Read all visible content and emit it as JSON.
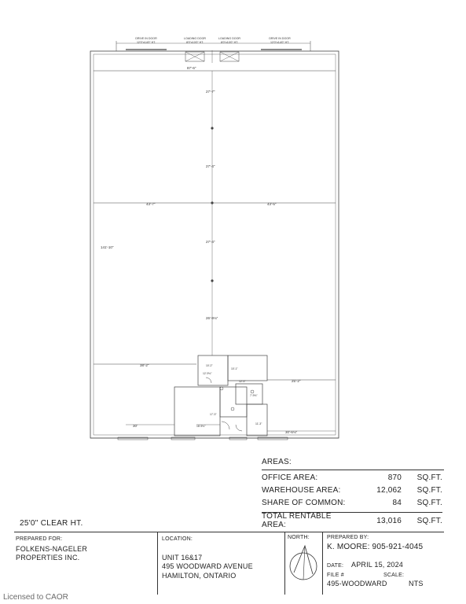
{
  "plan": {
    "doors": [
      {
        "label": "DRIVE IN DOOR",
        "size": "12'0\"x14'0\" HT."
      },
      {
        "label": "LOADING DOOR",
        "size": "8'0\"x10'0\" HT."
      },
      {
        "label": "LOADING DOOR",
        "size": "8'0\"x10'0\" HT."
      },
      {
        "label": "DRIVE IN DOOR",
        "size": "12'0\"x14'0\" HT."
      }
    ],
    "dims": {
      "top_width": "87'-6\"",
      "seg_1": "27'-7\"",
      "seg_2": "27'-4\"",
      "seg_3": "27'-4\"",
      "seg_4": "26'-9⅛\"",
      "mid_left": "43'-7\"",
      "mid_right": "43'-5\"",
      "overall_length": "141'-10\"",
      "lower_left": "38'-2\"",
      "lower_right": "25'-2\"",
      "bottom_left": "30'",
      "bottom_right": "30'-6⅛\"",
      "office_a": "10'-2\"",
      "office_b": "12'-9⅛\"",
      "office_c": "10'-1\"",
      "office_d": "12'-5\"",
      "office_e": "7'-9⅛\"",
      "office_f": "17'-3\"",
      "office_g": "18'-5⅛\"",
      "office_h": "11'-3\""
    }
  },
  "areas": {
    "heading": "AREAS:",
    "rows": [
      {
        "label": "OFFICE AREA:",
        "value": "870",
        "unit": "SQ.FT."
      },
      {
        "label": "WAREHOUSE AREA:",
        "value": "12,062",
        "unit": "SQ.FT."
      },
      {
        "label": "SHARE OF COMMON:",
        "value": "84",
        "unit": "SQ.FT."
      }
    ],
    "total": {
      "label": "TOTAL RENTABLE AREA:",
      "value": "13,016",
      "unit": "SQ.FT."
    }
  },
  "clear_height": "25'0\" CLEAR HT.",
  "title_block": {
    "prepared_for_label": "PREPARED FOR:",
    "prepared_for_line1": "FOLKENS-NAGELER",
    "prepared_for_line2": "PROPERTIES INC.",
    "location_label": "LOCATION:",
    "location_line1": "UNIT 16&17",
    "location_line2": "495 WOODWARD AVENUE",
    "location_line3": "HAMILTON, ONTARIO",
    "north_label": "NORTH:",
    "prepared_by_label": "PREPARED BY:",
    "prepared_by_value": "K. MOORE: 905-921-4045",
    "date_label": "DATE:",
    "date_value": "APRIL 15, 2024",
    "file_label": "FILE #",
    "scale_label": "SCALE:",
    "file_value": "495-WOODWARD",
    "scale_value": "NTS"
  },
  "watermark": "Licensed to CAOR"
}
